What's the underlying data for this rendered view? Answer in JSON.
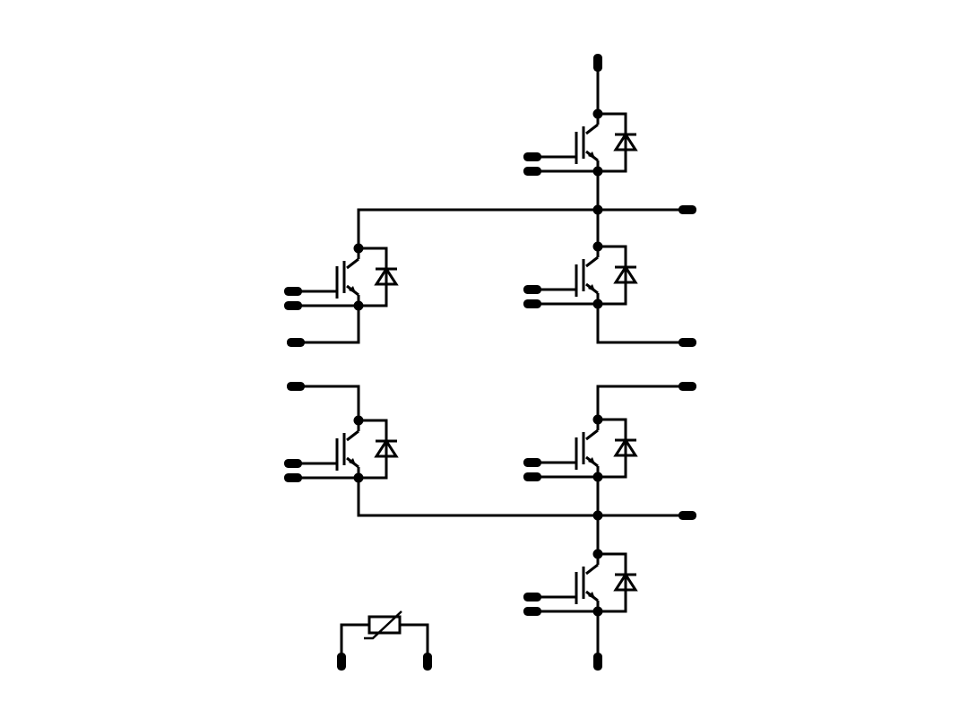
{
  "colors": {
    "background": "#ffffff",
    "ink": "#000000"
  },
  "components": {
    "igbt_modules": [
      {
        "name": "igbt-top-right"
      },
      {
        "name": "igbt-upper-left"
      },
      {
        "name": "igbt-upper-right"
      },
      {
        "name": "igbt-lower-left"
      },
      {
        "name": "igbt-lower-right"
      },
      {
        "name": "igbt-bottom-right"
      }
    ],
    "thermistor": {
      "name": "ntc-thermistor"
    }
  }
}
